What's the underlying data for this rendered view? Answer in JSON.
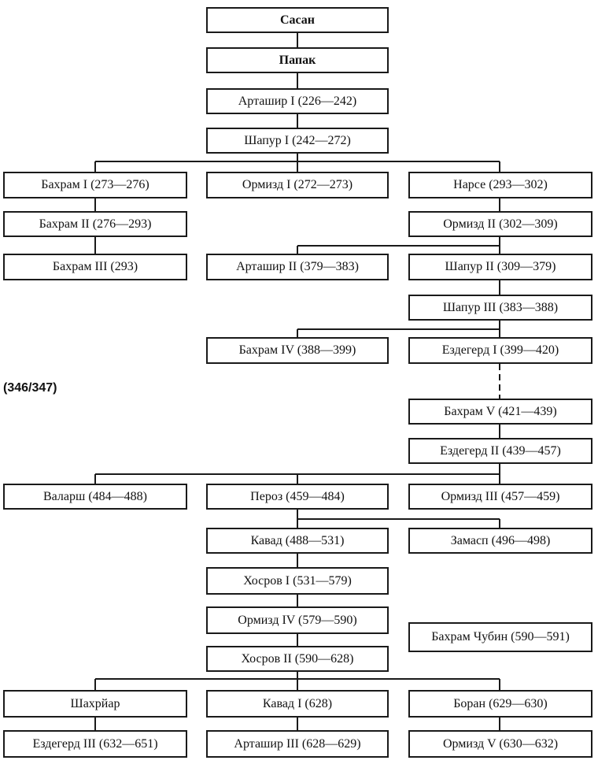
{
  "page_ref": "(346/347)",
  "rulers": {
    "sasan": "Сасан",
    "papak": "Папак",
    "ardashir1": "Арташир I (226—242)",
    "shapur1": "Шапур I (242—272)",
    "bahram1": "Бахрам I (273—276)",
    "hormizd1": "Ормизд I (272—273)",
    "narseh": "Нарсе (293—302)",
    "bahram2": "Бахрам II (276—293)",
    "hormizd2": "Ормизд II (302—309)",
    "bahram3": "Бахрам III (293)",
    "ardashir2": "Арташир II (379—383)",
    "shapur2": "Шапур II (309—379)",
    "shapur3": "Шапур III (383—388)",
    "bahram4": "Бахрам IV (388—399)",
    "yazdegerd1": "Ездегерд I (399—420)",
    "bahram5": "Бахрам V (421—439)",
    "yazdegerd2": "Ездегерд II (439—457)",
    "balash": "Валарш (484—488)",
    "peroz": "Пероз (459—484)",
    "hormizd3": "Ормизд III (457—459)",
    "kavad": "Кавад (488—531)",
    "zamasp": "Замасп (496—498)",
    "khosrow1": "Хосров I (531—579)",
    "hormizd4": "Ормизд IV (579—590)",
    "bahram_chobin": "Бахрам Чубин (590—591)",
    "khosrow2": "Хосров II (590—628)",
    "shahriyar": "Шахрйар",
    "kavad1": "Кавад I (628)",
    "boran": "Боран (629—630)",
    "yazdegerd3": "Ездегерд III (632—651)",
    "ardashir3": "Арташир III (628—629)",
    "hormizd5": "Ормизд V (630—632)"
  }
}
